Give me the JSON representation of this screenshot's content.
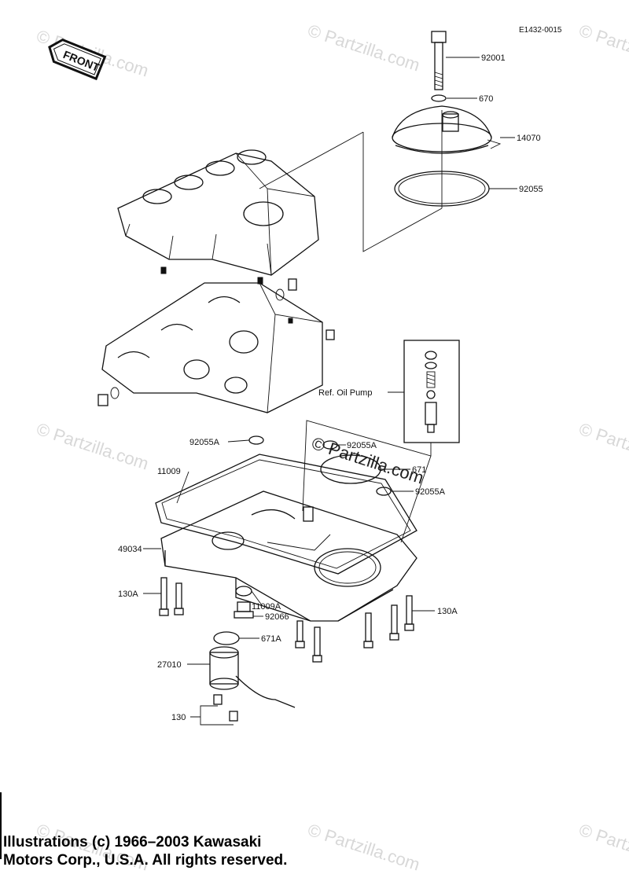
{
  "diagram_id": "E1432-0015",
  "front_badge": "FRONT",
  "watermark": "© Partzilla.com",
  "copyright": {
    "line1": "Illustrations (c) 1966–2003 Kawasaki",
    "line2": "Motors Corp., U.S.A.  All rights reserved."
  },
  "callouts": {
    "bolt_top": "92001",
    "washer_top": "670",
    "cover": "14070",
    "oring_cover": "92055",
    "ref_oil_pump": "Ref.  Oil Pump",
    "gasket_left": "92055A",
    "gasket_mid": "92055A",
    "oring_mid": "671",
    "gasket_right": "92055A",
    "pan_gasket": "11009",
    "oil_pan": "49034",
    "bolt_left": "130A",
    "bolt_right": "130A",
    "washer_plug": "11009A",
    "drain_plug": "92066",
    "oring_switch": "671A",
    "switch": "27010",
    "bolt_switch": "130"
  }
}
